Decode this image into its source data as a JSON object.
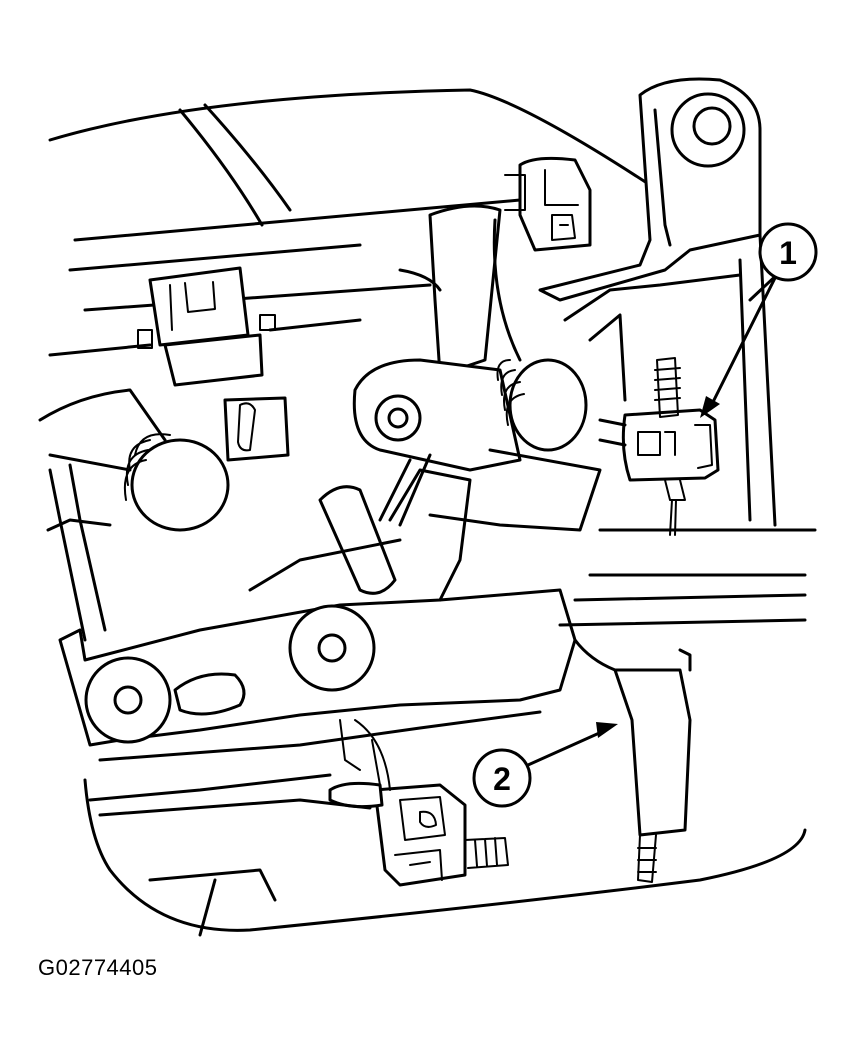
{
  "figure": {
    "id": "G02774405"
  },
  "callouts": [
    {
      "label": "1"
    },
    {
      "label": "2"
    }
  ]
}
